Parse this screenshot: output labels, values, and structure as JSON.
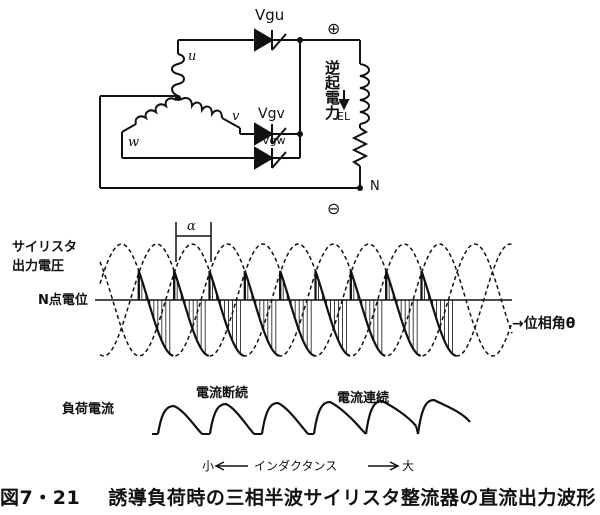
{
  "circuit": {
    "label_vgu": "Vgu",
    "label_vgv": "Vgv",
    "label_vgw": "Vgw",
    "label_u": "u",
    "label_v": "v",
    "label_w": "w",
    "label_plus": "⊕",
    "label_minus": "⊖",
    "label_n": "N",
    "label_emf": "逆起電力",
    "label_el": "EL"
  },
  "waveform": {
    "label_output_voltage_line1": "サイリスタ",
    "label_output_voltage_line2": "出力電圧",
    "label_alpha": "α",
    "label_n_potential": "N点電位",
    "label_phase_angle": "→位相角θ"
  },
  "current": {
    "label_load_current": "負荷電流",
    "label_discontinuous": "電流断続",
    "label_continuous": "電流連続"
  },
  "axis": {
    "label_small": "小",
    "label_inductance": "インダクタンス",
    "label_large": "大"
  },
  "caption": {
    "figure_number": "図7・21",
    "text": "誘導負荷時の三相半波サイリスタ整流器の直流出力波形"
  }
}
